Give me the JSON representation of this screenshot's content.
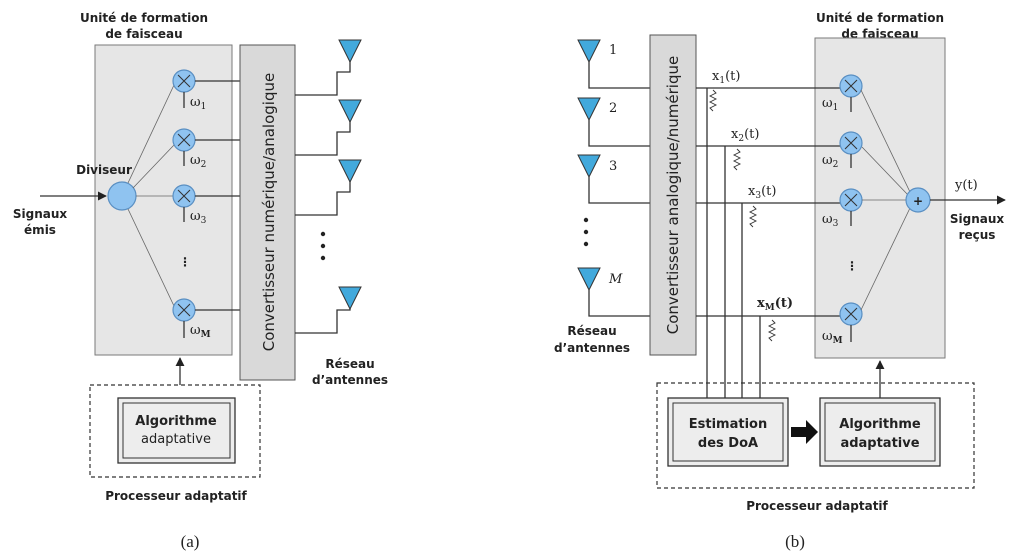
{
  "panel_a": {
    "beamformer_label_1": "Unité de formation",
    "beamformer_label_2": "de faisceau",
    "splitter_label": "Diviseur",
    "input_label_1": "Signaux",
    "input_label_2": "émis",
    "converter_label": "Convertisseur numérique/analogique",
    "weights": [
      "ω",
      "ω",
      "ω",
      "ω"
    ],
    "weight_subs": [
      "1",
      "2",
      "3",
      "M"
    ],
    "dots": "⋮",
    "algorithm_label_1": "Algorithme",
    "algorithm_label_2": "adaptative",
    "processor_label": "Processeur adaptatif",
    "array_label_1": "Réseau",
    "array_label_2": "d’antennes",
    "caption": "(a)"
  },
  "panel_b": {
    "beamformer_label_1": "Unité de formation",
    "beamformer_label_2": "de faisceau",
    "antenna_numbers": [
      "1",
      "2",
      "3",
      "M"
    ],
    "converter_label": "Convertisseur analogique/numérique",
    "array_label_1": "Réseau",
    "array_label_2": "d’antennes",
    "signals": [
      {
        "base": "x",
        "sub": "1",
        "arg": "(t)"
      },
      {
        "base": "x",
        "sub": "2",
        "arg": "(t)"
      },
      {
        "base": "x",
        "sub": "3",
        "arg": "(t)"
      },
      {
        "base": "x",
        "sub": "M",
        "arg": "(t)"
      }
    ],
    "weights": [
      "ω",
      "ω",
      "ω",
      "ω"
    ],
    "weight_subs": [
      "1",
      "2",
      "3",
      "M"
    ],
    "adder_symbol": "+",
    "output_label": "y(t)",
    "output_caption_1": "Signaux",
    "output_caption_2": "reçus",
    "doa_label_1": "Estimation",
    "doa_label_2": "des DoA",
    "algorithm_label_1": "Algorithme",
    "algorithm_label_2": "adaptative",
    "processor_label": "Processeur adaptatif",
    "caption": "(b)"
  }
}
